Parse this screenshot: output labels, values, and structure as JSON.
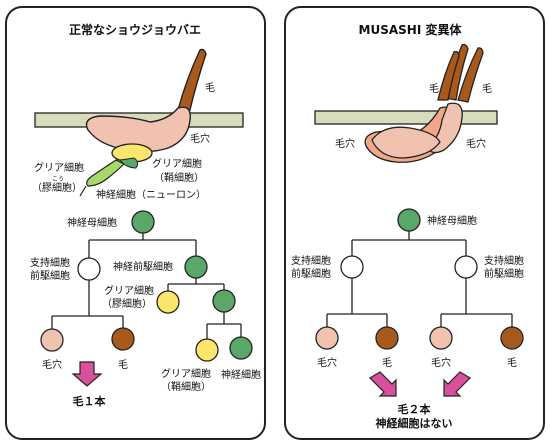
{
  "left_panel": {
    "title": "正常なショウジョウバエ",
    "labels": {
      "bristle": "毛",
      "socket": "毛穴",
      "glia_top": "グリア細胞",
      "glia_furigana": "こう",
      "glia_top_sub": "（膠細胞）",
      "glia_sheath": "グリア細胞",
      "glia_sheath_sub": "（鞘細胞）",
      "neuron": "神経細胞（ニューロン）"
    },
    "tree": {
      "root": "神経母細胞",
      "support_precursor_1": "支持細胞",
      "support_precursor_2": "前駆細胞",
      "neural_precursor": "神経前駆細胞",
      "glia_mid": "グリア細胞",
      "glia_mid_sub": "（膠細胞）",
      "leaf_socket": "毛穴",
      "leaf_bristle": "毛",
      "leaf_glia": "グリア細胞",
      "leaf_glia_sub": "（鞘細胞）",
      "leaf_neuron": "神経細胞"
    },
    "result": "毛１本"
  },
  "right_panel": {
    "title": "MUSASHI 変異体",
    "labels": {
      "bristle_1": "毛",
      "bristle_2": "毛",
      "socket_1": "毛穴",
      "socket_2": "毛穴"
    },
    "tree": {
      "root": "神経母細胞",
      "left_precursor_1": "支持細胞",
      "left_precursor_2": "前駆細胞",
      "right_precursor_1": "支持細胞",
      "right_precursor_2": "前駆細胞",
      "leaf_socket_1": "毛穴",
      "leaf_bristle_1": "毛",
      "leaf_socket_2": "毛穴",
      "leaf_bristle_2": "毛"
    },
    "result_1": "毛２本",
    "result_2": "神経細胞はない"
  },
  "colors": {
    "green": "#5aa869",
    "pink": "#f2c2b0",
    "brown": "#a85a1c",
    "yellow": "#fbe56a",
    "white": "#ffffff",
    "arrow": "#d9509b",
    "bar": "#d9dcbb"
  }
}
